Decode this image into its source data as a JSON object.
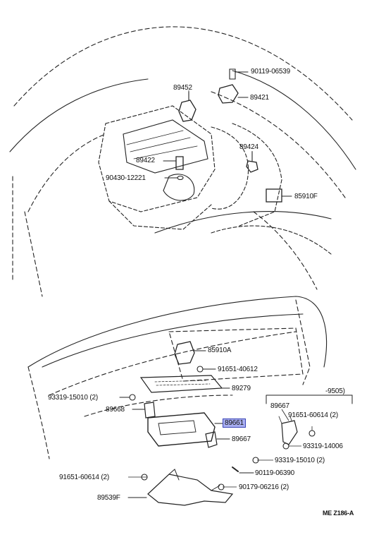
{
  "diagram": {
    "code": "ME Z186-A",
    "highlight_color": "#a8aef0",
    "variant_bracket": "-9505)",
    "labels": {
      "p90119_06539": "90119-06539",
      "p89452": "89452",
      "p89421": "89421",
      "p89424": "89424",
      "p89422": "89422",
      "p90430_12221": "90430-12221",
      "p85910F": "85910F",
      "p85910A": "85910A",
      "p91651_40612": "91651-40612",
      "p89279": "89279",
      "p93319_15010_a": "93319-15010 (2)",
      "p89668": "89668",
      "p89661": "89661",
      "p89667_a": "89667",
      "p89667_b": "89667",
      "p91651_60614_a": "91651-60614 (2)",
      "p93319_14006": "93319-14006",
      "p93319_15010_b": "93319-15010 (2)",
      "p90119_06390": "90119-06390",
      "p91651_60614_b": "91651-60614 (2)",
      "p90179_06216": "90179-06216 (2)",
      "p89539F": "89539F"
    }
  }
}
